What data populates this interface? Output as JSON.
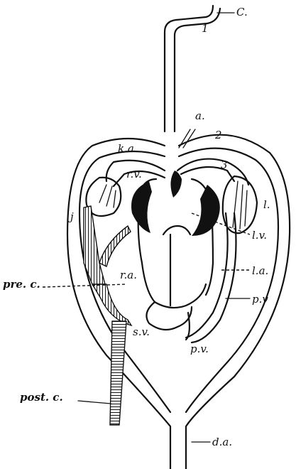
{
  "labels": {
    "c": "C.",
    "one": "1",
    "a": "a.",
    "two": "2",
    "three": "3",
    "ka": "k.a.",
    "rv": "r.v.",
    "l": "l.",
    "j": "j",
    "lv": "l.v.",
    "ra": "r.a.",
    "la": "l.a.",
    "prec": "pre. c.",
    "pv1": "p.v",
    "sv": "s.v.",
    "pv2": "p.v.",
    "postc": "post. c.",
    "da": "d.a."
  }
}
